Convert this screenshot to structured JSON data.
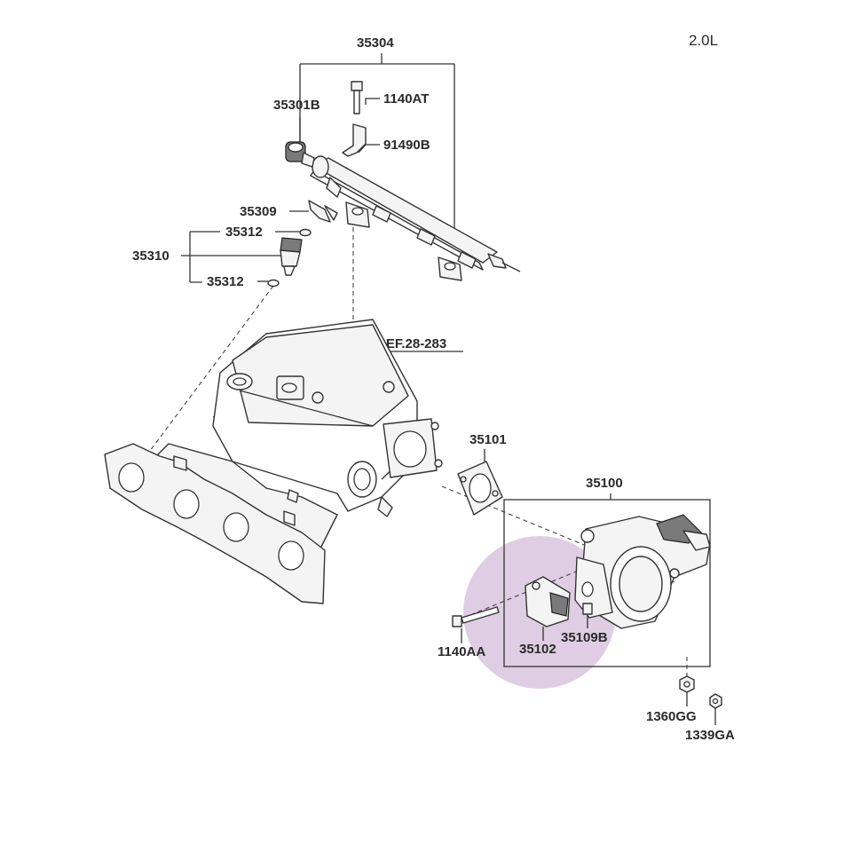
{
  "edition": "2.0L",
  "highlight_color": "#d9c4de",
  "labels": {
    "rail_assy": "35304",
    "damper": "35301B",
    "bolt_top": "1140AT",
    "bracket": "91490B",
    "clip": "35309",
    "oring_upper": "35312",
    "injector": "35310",
    "oring_lower": "35312",
    "manifold_ref": "REF.28-283",
    "gasket": "35101",
    "throttle_body": "35100",
    "bolt_tb": "1140AA",
    "tps_sensor": "35102",
    "screw": "35109B",
    "nut_a": "1360GG",
    "nut_b": "1339GA"
  }
}
